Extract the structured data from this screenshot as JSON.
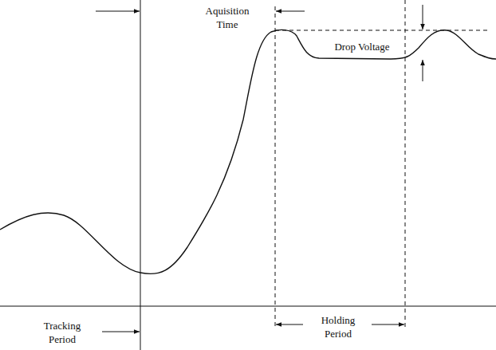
{
  "diagram": {
    "labels": [
      "Aquisition Time",
      "Drop Voltage",
      "Tracking Period",
      "Holding Period"
    ]
  }
}
